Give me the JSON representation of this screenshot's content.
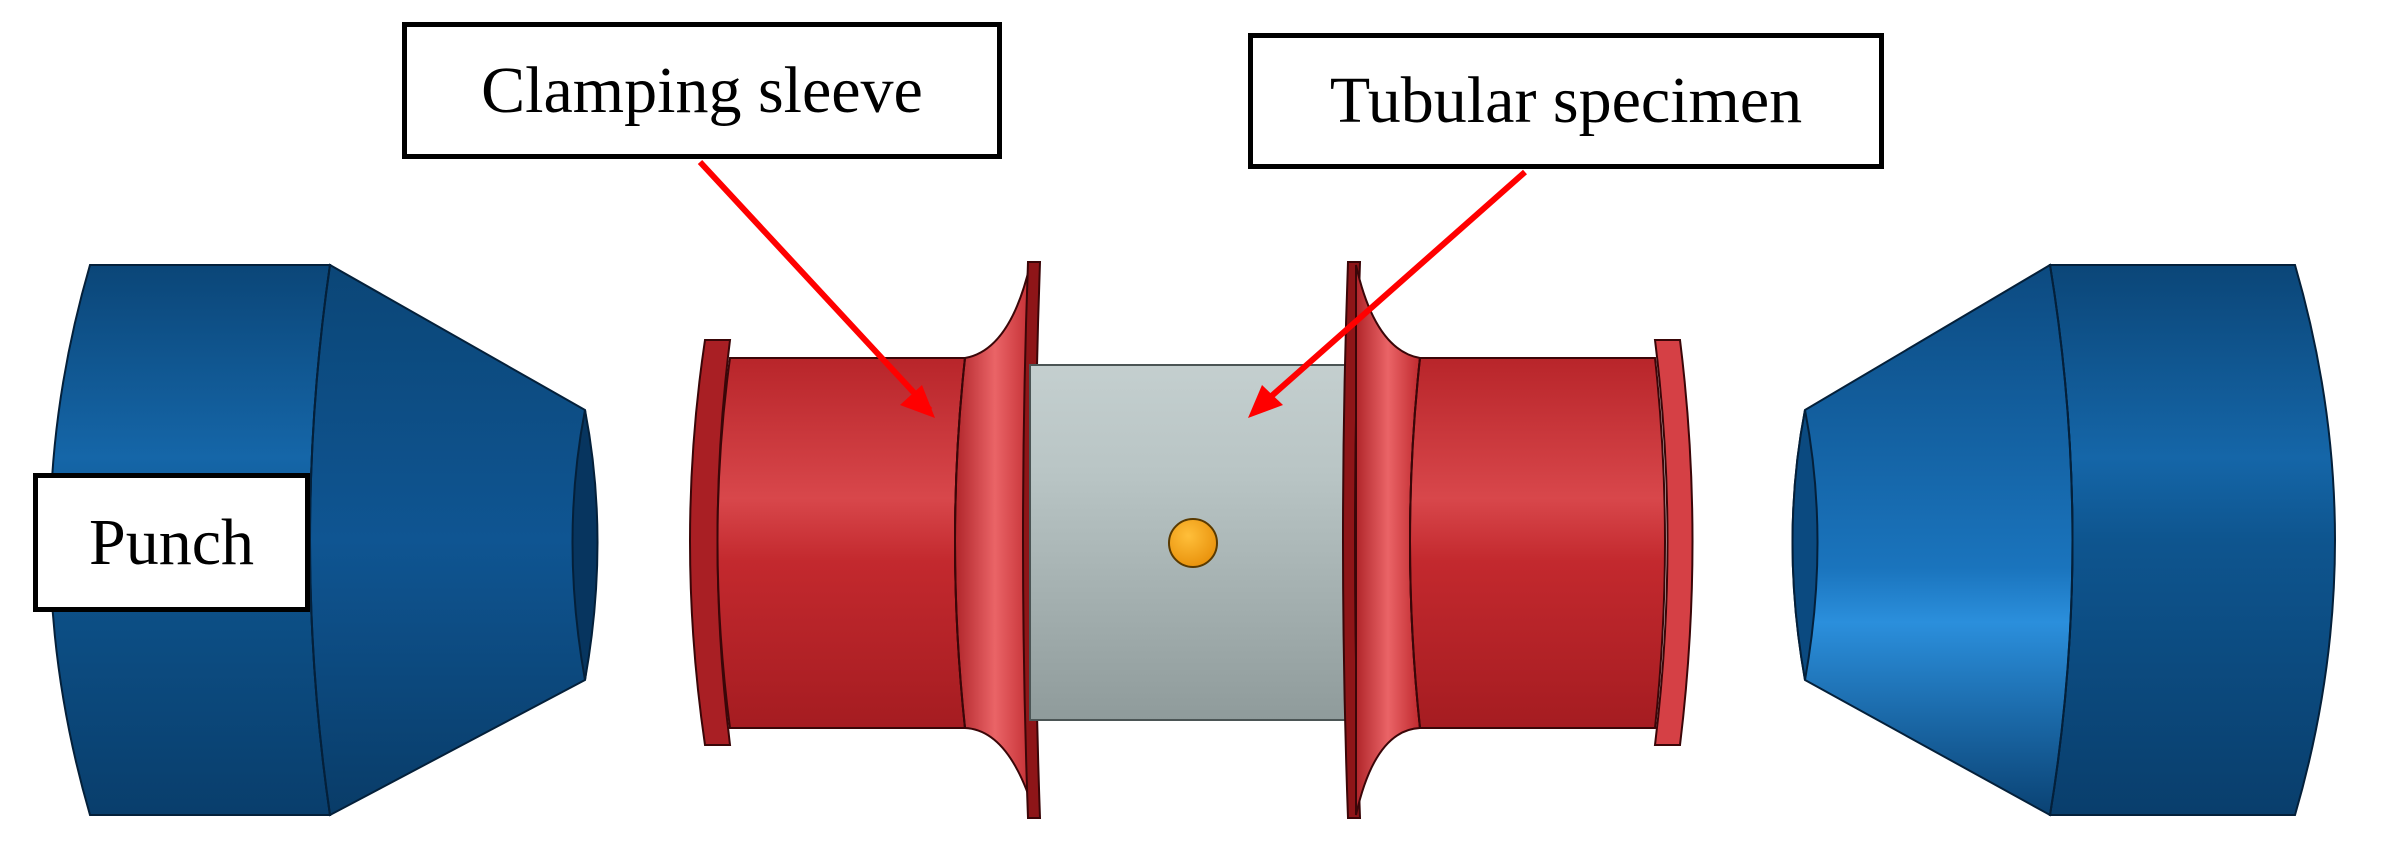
{
  "labels": {
    "clamping_sleeve": "Clamping sleeve",
    "tubular_specimen": "Tubular specimen",
    "punch": "Punch"
  },
  "colors": {
    "punch_blue": "#0f5590",
    "punch_blue_light": "#1f7fd0",
    "punch_blue_dark": "#093a66",
    "sleeve_red": "#c42a2e",
    "sleeve_red_light": "#e55a5c",
    "sleeve_red_dark": "#8e1518",
    "specimen_grey": "#b6c2c2",
    "specimen_grey_dark": "#8c9898",
    "marker_orange": "#f29d0c",
    "arrow_red": "#ff0000"
  }
}
